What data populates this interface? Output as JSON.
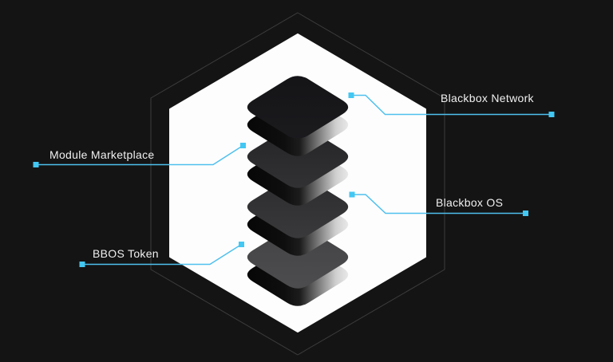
{
  "colors": {
    "background": "#141414",
    "connector_line": "#4fc0ee",
    "connector_square": "#43c7f3",
    "hexagon_fill": "#fdfdfd",
    "hexagon_outline": "#3c3c3c",
    "label_text": "#f0f0f0"
  },
  "gradients": {
    "side": [
      "#060606",
      "#0e0e0e",
      "#1c1c1c",
      "#777777",
      "#cfcfcf",
      "#f4f4f4"
    ]
  },
  "stack_layers": [
    {
      "name": "layer-1-top",
      "face_top": "#141417",
      "face_bottom": "#1b1b1e"
    },
    {
      "name": "layer-2",
      "face_top": "#242427",
      "face_bottom": "#323234"
    },
    {
      "name": "layer-3",
      "face_top": "#2b2b2d",
      "face_bottom": "#3a3a3c"
    },
    {
      "name": "layer-4-bottom",
      "face_top": "#434345",
      "face_bottom": "#4d4d4f"
    }
  ],
  "callouts": [
    {
      "label": "Blackbox Network"
    },
    {
      "label": "Module Marketplace"
    },
    {
      "label": "Blackbox OS"
    },
    {
      "label": "BBOS Token"
    }
  ]
}
